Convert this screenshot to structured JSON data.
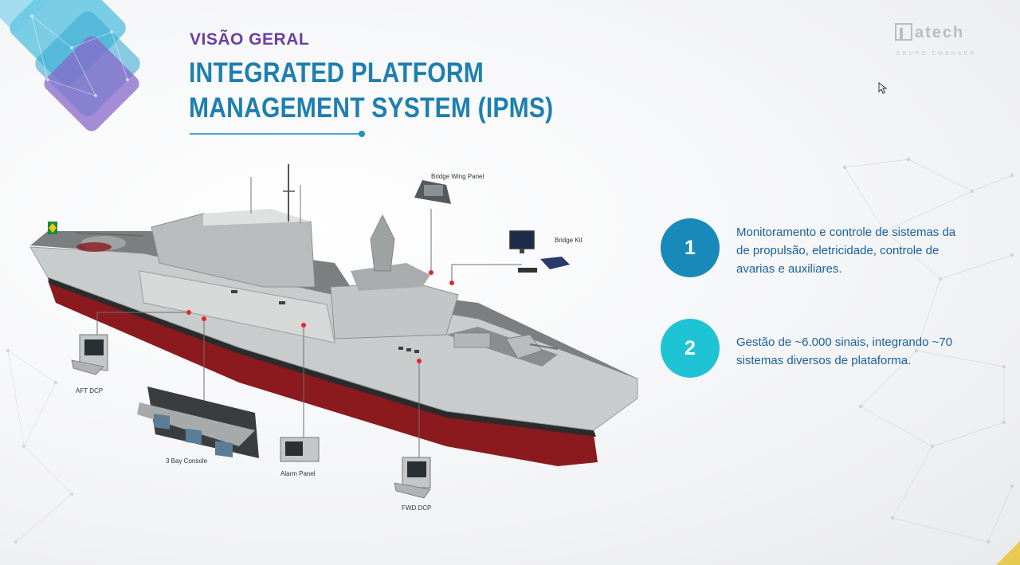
{
  "header": {
    "subtitle": "VISÃO GERAL",
    "title": "INTEGRATED PLATFORM MANAGEMENT SYSTEM (IPMS)"
  },
  "logo": {
    "name": "atech",
    "tagline": "GRUPO EMBRAER"
  },
  "ship_labels": {
    "bridge_wing_panel": "Bridge Wing Panel",
    "bridge_kit": "Bridge Kit",
    "aft_dcp": "AFT DCP",
    "bay_console": "3 Bay Console",
    "alarm_panel": "Alarm Panel",
    "fwd_dcp": "FWD DCP"
  },
  "points": [
    {
      "number": "1",
      "text": "Monitoramento e controle de sistemas da de propulsão, eletricidade, controle de avarias e auxiliares."
    },
    {
      "number": "2",
      "text": "Gestão de ~6.000 sinais, integrando ~70 sistemas diversos de plataforma."
    }
  ],
  "colors": {
    "subtitle": "#6b3fa0",
    "title": "#1e7fb0",
    "circle_1": "#1889b8",
    "circle_2": "#1fc4d4",
    "bullet_text": "#1a5f9e",
    "hull_red": "#8b1a1f",
    "ship_gray": "#c9cccc"
  }
}
